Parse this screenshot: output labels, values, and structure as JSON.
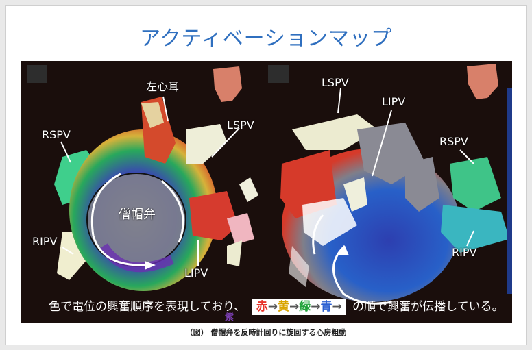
{
  "title": "アクティベーションマップ",
  "left_view": {
    "labels": {
      "laa": "左心耳",
      "lspv": "LSPV",
      "rspv": "RSPV",
      "mitral_valve": "僧帽弁",
      "ripv": "RIPV",
      "lipv": "LIPV"
    }
  },
  "right_view": {
    "labels": {
      "lspv": "LSPV",
      "lipv": "LIPV",
      "rspv": "RSPV",
      "ripv": "RIPV"
    }
  },
  "caption": {
    "prefix": "色で電位の興奮順序を表現しており、",
    "sequence": [
      {
        "text": "赤",
        "color": "#e8342b"
      },
      {
        "text": "→",
        "color": "#555555"
      },
      {
        "text": "黄",
        "color": "#d9a400"
      },
      {
        "text": "→",
        "color": "#555555"
      },
      {
        "text": "緑",
        "color": "#21a33a"
      },
      {
        "text": "→",
        "color": "#555555"
      },
      {
        "text": "青",
        "color": "#2a5fd0"
      },
      {
        "text": "→",
        "color": "#555555"
      }
    ],
    "purple": {
      "text": "紫",
      "color": "#7b3fb2"
    },
    "suffix": "の順で興奮が伝播している。"
  },
  "figure_caption": "（図） 僧帽弁を反時計回りに旋回する心房粗動",
  "colors": {
    "title": "#2f6fbf",
    "background": "#1a0e0c"
  }
}
